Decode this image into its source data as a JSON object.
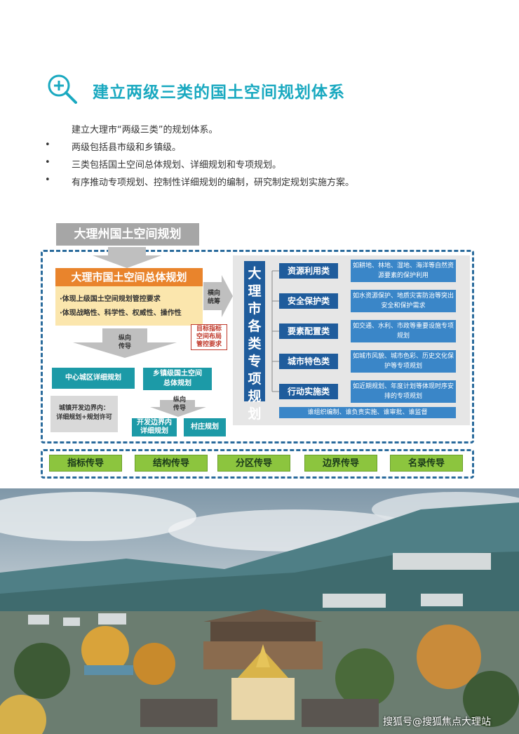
{
  "header": {
    "icon": "search-icon",
    "title": "建立两级三类的国土空间规划体系"
  },
  "intro": "建立大理市“两级三类”的规划体系。",
  "bullets": [
    "两级包括县市级和乡镇级。",
    "三类包括国土空间总体规划、详细规划和专项规划。",
    "有序推动专项规划、控制性详细规划的编制，研究制定规划实施方案。"
  ],
  "bullet_marker": "•",
  "diagram": {
    "top_banner": "大理州国土空间规划",
    "master_plan": {
      "title": "大理市国土空间总体规划",
      "line1": "·体现上级国土空间规划管控要求",
      "line2": "·体现战略性、科学性、权威性、操作性"
    },
    "horizontal_label": [
      "横向",
      "统筹"
    ],
    "vertical_label_1": [
      "纵向",
      "传导"
    ],
    "vertical_label_2": [
      "纵向",
      "传导"
    ],
    "red_note": [
      "目标指标",
      "空间布局",
      "管控要求"
    ],
    "special_title": [
      "大",
      "理",
      "市",
      "各",
      "类",
      "专",
      "项",
      "规",
      "划"
    ],
    "categories": [
      {
        "name": "资源利用类",
        "desc": "如耕地、林地、湿地、海洋等自然资源要素的保护利用"
      },
      {
        "name": "安全保护类",
        "desc": "如水资源保护、地质灾害防治等突出安全和保护需求"
      },
      {
        "name": "要素配置类",
        "desc": "如交通、水利、市政等重要设施专项规划"
      },
      {
        "name": "城市特色类",
        "desc": "如城市风貌、城市色彩、历史文化保护等专项规划"
      },
      {
        "name": "行动实施类",
        "desc": "如近期规划、年度计划等体现时序安排的专项规划"
      }
    ],
    "bottom_bar": "谁组织编制、谁负责实施、谁审批、谁监督",
    "central_detail": "中心城区详细规划",
    "township_plan": [
      "乡镇级国土空间",
      "总体规划"
    ],
    "urban_note": [
      "城镇开发边界内：",
      "详细规划+规划许可"
    ],
    "dev_boundary_detail": [
      "开发边界内",
      "详细规划"
    ],
    "village_plan": "村庄规划",
    "transmissions": [
      "指标传导",
      "结构传导",
      "分区传导",
      "边界传导",
      "名录传导"
    ]
  },
  "watermark": "搜狐号@搜狐焦点大理站",
  "colors": {
    "title": "#1aa9c0",
    "orange": "#e9842c",
    "navy": "#1f5c9c",
    "blue": "#3a86c8",
    "teal": "#1c9aa7",
    "green": "#8cc53e"
  }
}
